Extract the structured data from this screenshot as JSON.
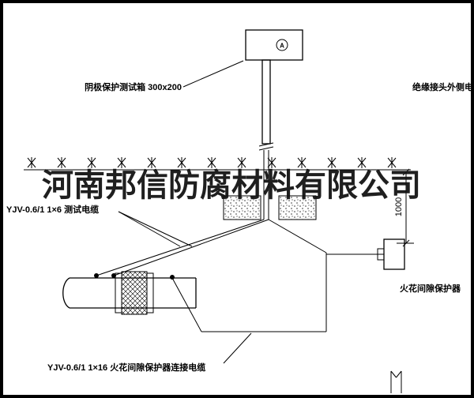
{
  "watermark": {
    "text": "河南邦信防腐材料有限公司"
  },
  "meter": {
    "label": "A"
  },
  "labels": {
    "test_box": "阴极保护测试箱 300x200",
    "outer_cable": "绝缘接头外侧电缆",
    "test_cable": "YJV-0.6/1 1×6  测试电缆",
    "spark_gap": "火花间隙保护器",
    "connection_cable": "YJV-0.6/1 1×16  火花间隙保护器连接电缆"
  },
  "dimension": {
    "value": "1000"
  },
  "colors": {
    "line": "#000000",
    "background": "#ffffff"
  }
}
